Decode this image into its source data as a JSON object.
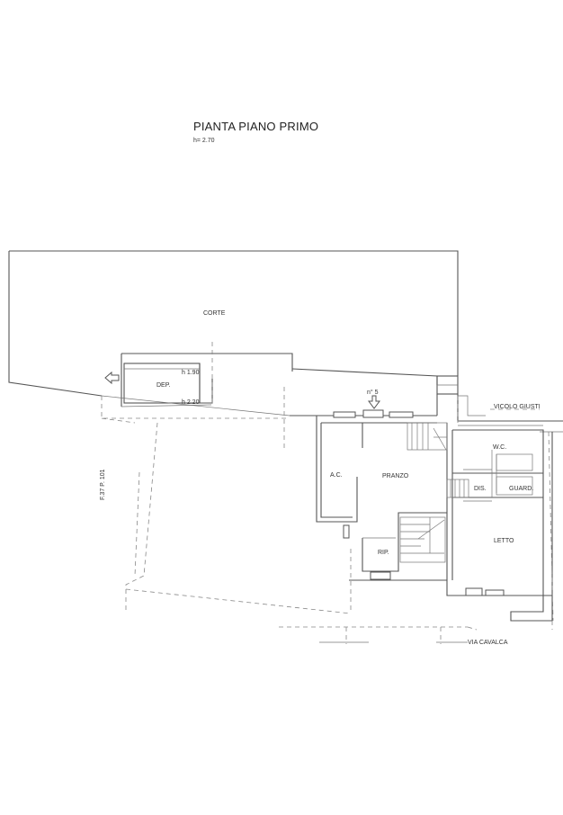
{
  "title": "PIANTA PIANO PRIMO",
  "height_note": "h= 2.70",
  "rooms": {
    "corte": "CORTE",
    "dep": "DEP.",
    "dep_h1": "h 1.90",
    "dep_h2": "h 2.20",
    "ac": "A.C.",
    "pranzo": "PRANZO",
    "rip": "RIP.",
    "wc": "W.C.",
    "dis": "DIS.",
    "guard": "GUARD.",
    "letto": "LETTO"
  },
  "labels": {
    "entrance_no": "n° 5",
    "vicolo": "VICOLO GIUSTI",
    "via": "VIA CAVALCA",
    "parcel": "F.37 P. 101"
  }
}
